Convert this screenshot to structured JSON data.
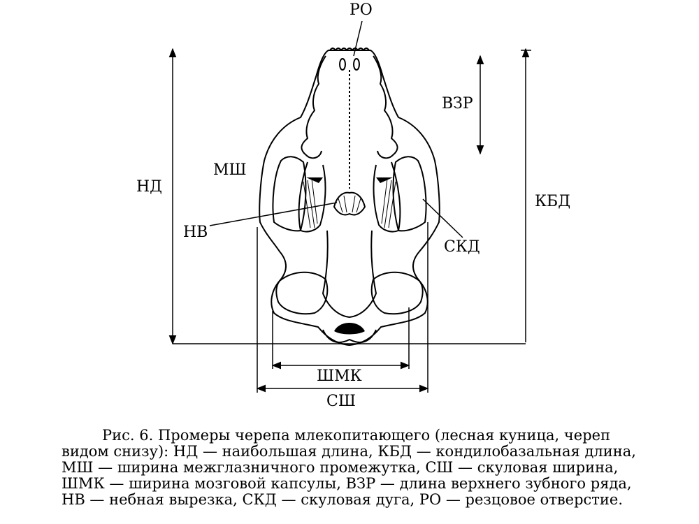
{
  "figure": {
    "labels": {
      "po": "РО",
      "vzr": "ВЗР",
      "nd": "НД",
      "msh": "МШ",
      "kbd": "КБД",
      "nv": "НВ",
      "skd": "СКД",
      "shmk": "ШМК",
      "sh": "СШ"
    }
  },
  "caption": {
    "lines": [
      "Рис. 6. Промеры черепа млекопитающего (лесная куница, череп",
      "видом снизу): НД — наибольшая длина, КБД — кондилобазальная длина,",
      "МШ — ширина межглазничного промежутка, СШ — скуловая ширина,",
      "ШМК — ширина мозговой капсулы, ВЗР — длина верхнего зубного ряда,",
      "НВ — небная вырезка, СКД — скуловая дуга, РО — резцовое отверстие."
    ]
  }
}
